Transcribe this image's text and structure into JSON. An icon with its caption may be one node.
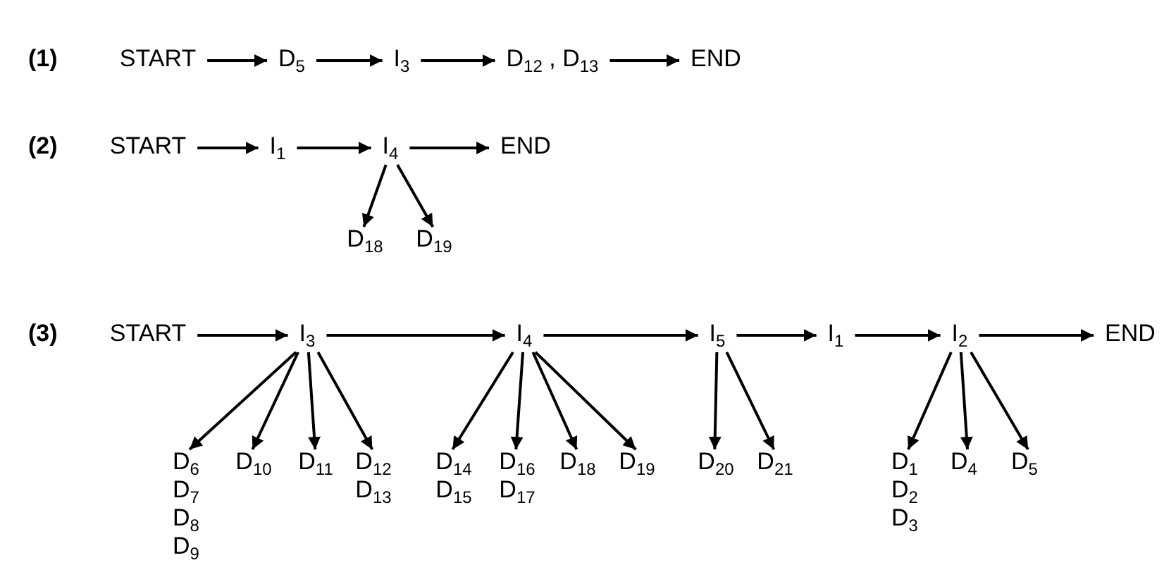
{
  "diagram": {
    "nodes": [
      {
        "text": [
          "START"
        ]
      },
      {
        "text": [
          "D$_{5}$"
        ]
      },
      {
        "text": [
          "I$_{3}$"
        ]
      },
      {
        "text": [
          "D$_{12}$ , D$_{13}$"
        ]
      },
      {
        "text": [
          "END"
        ]
      },
      {
        "text": [
          "START"
        ]
      },
      {
        "text": [
          "I$_{1}$"
        ]
      },
      {
        "text": [
          "I$_{4}$"
        ]
      },
      {
        "text": [
          "END"
        ]
      },
      {
        "text": [
          "D$_{18}$"
        ]
      },
      {
        "text": [
          "D$_{19}$"
        ]
      },
      {
        "text": [
          "START"
        ]
      },
      {
        "text": [
          "I$_{3}$"
        ]
      },
      {
        "text": [
          "I$_{4}$"
        ]
      },
      {
        "text": [
          "I$_{5}$"
        ]
      },
      {
        "text": [
          "I$_{1}$"
        ]
      },
      {
        "text": [
          "I$_{2}$"
        ]
      },
      {
        "text": [
          "END"
        ]
      },
      {
        "text": [
          "D$_{6}$",
          "D$_{7}$",
          "D$_{8}$",
          "D$_{9}$"
        ]
      },
      {
        "text": [
          "D$_{10}$"
        ]
      },
      {
        "text": [
          "D$_{11}$"
        ]
      },
      {
        "text": [
          "D$_{12}$",
          "D$_{13}$"
        ]
      },
      {
        "text": [
          "D$_{14}$",
          "D$_{15}$"
        ]
      },
      {
        "text": [
          "D$_{16}$",
          "D$_{17}$"
        ]
      },
      {
        "text": [
          "D$_{18}$"
        ]
      },
      {
        "text": [
          "D$_{19}$"
        ]
      },
      {
        "text": [
          "D$_{20}$"
        ]
      },
      {
        "text": [
          "D$_{21}$"
        ]
      },
      {
        "text": [
          "D$_{1}$",
          "D$_{2}$",
          "D$_{3}$"
        ]
      },
      {
        "text": [
          "D$_{4}$"
        ]
      },
      {
        "text": [
          "D$_{5}$"
        ]
      }
    ],
    "edges": [
      {
        "from": 0,
        "to": 1,
        "arrow": "to"
      },
      {
        "from": 1,
        "to": 2,
        "arrow": "to"
      },
      {
        "from": 2,
        "to": 3,
        "arrow": "to"
      },
      {
        "from": 3,
        "to": 4,
        "arrow": "to"
      },
      {
        "from": 5,
        "to": 6,
        "arrow": "to"
      },
      {
        "from": 6,
        "to": 7,
        "arrow": "to"
      },
      {
        "from": 7,
        "to": 8,
        "arrow": "to"
      },
      {
        "from": 7,
        "to": 9,
        "arrow": "to"
      },
      {
        "from": 7,
        "to": 10,
        "arrow": "to"
      },
      {
        "from": 11,
        "to": 12,
        "arrow": "to"
      },
      {
        "from": 12,
        "to": 13,
        "arrow": "to"
      },
      {
        "from": 13,
        "to": 14,
        "arrow": "to"
      },
      {
        "from": 14,
        "to": 15,
        "arrow": "to"
      },
      {
        "from": 15,
        "to": 16,
        "arrow": "to"
      },
      {
        "from": 16,
        "to": 17,
        "arrow": "to"
      },
      {
        "from": 12,
        "to": 18,
        "arrow": "to"
      },
      {
        "from": 12,
        "to": 19,
        "arrow": "to"
      },
      {
        "from": 12,
        "to": 20,
        "arrow": "to"
      },
      {
        "from": 12,
        "to": 21,
        "arrow": "to"
      },
      {
        "from": 13,
        "to": 22,
        "arrow": "to"
      },
      {
        "from": 13,
        "to": 23,
        "arrow": "to"
      },
      {
        "from": 13,
        "to": 24,
        "arrow": "to"
      },
      {
        "from": 13,
        "to": 25,
        "arrow": "to"
      },
      {
        "from": 14,
        "to": 26,
        "arrow": "to"
      },
      {
        "from": 14,
        "to": 27,
        "arrow": "to"
      },
      {
        "from": 16,
        "to": 28,
        "arrow": "to"
      },
      {
        "from": 16,
        "to": 29,
        "arrow": "to"
      },
      {
        "from": 16,
        "to": 30,
        "arrow": "to"
      }
    ],
    "labels": [
      "(1)",
      "(2)",
      "(3)"
    ]
  }
}
